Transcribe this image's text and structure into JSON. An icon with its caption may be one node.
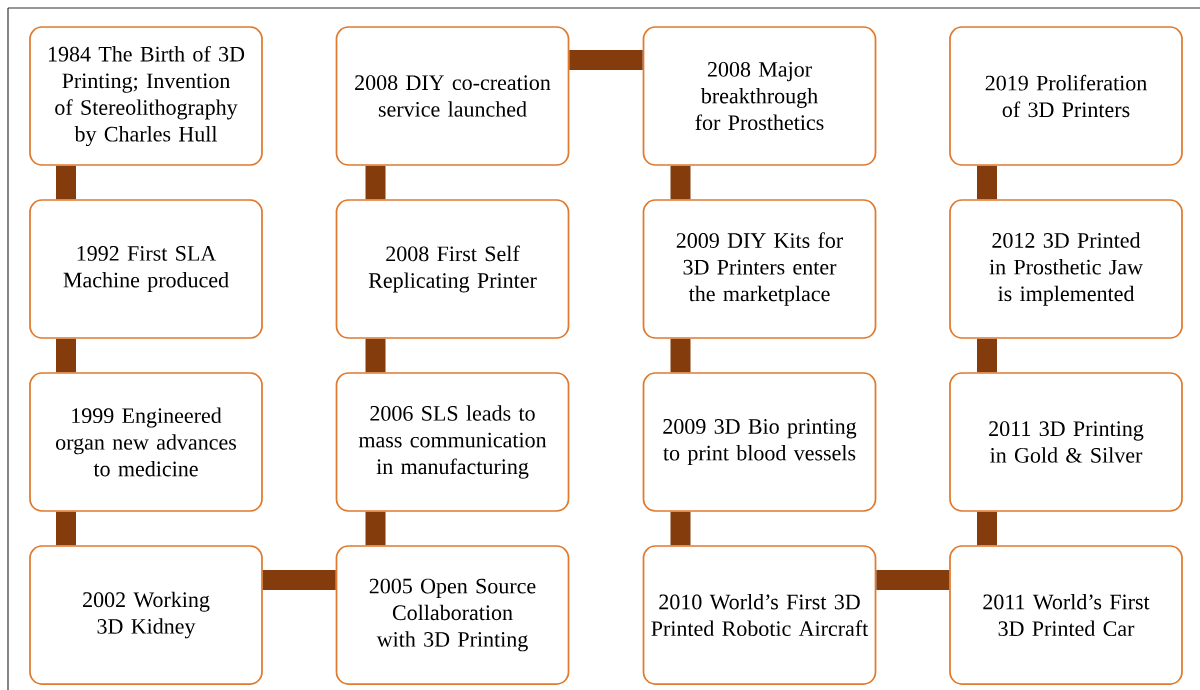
{
  "diagram": {
    "nodes": [
      {
        "text": [
          "1984 The Birth of 3D Printing; Invention of Stereolithography by Charles Hull"
        ]
      },
      {
        "text": [
          "1992 First SLA Machine produced"
        ]
      },
      {
        "text": [
          "1999 Engineered organ new advances to medicine"
        ]
      },
      {
        "text": [
          "2002 Working 3D Kidney"
        ]
      },
      {
        "text": [
          "2005 Open Source Collaboration with 3D Printing"
        ]
      },
      {
        "text": [
          "2006 SLS leads to mass communication in manufacturing"
        ]
      },
      {
        "text": [
          "2008 First Self Replicating Printer"
        ]
      },
      {
        "text": [
          "2008 DIY co-creation service launched"
        ]
      },
      {
        "text": [
          "2008 Major breakthrough for Prosthetics"
        ]
      },
      {
        "text": [
          "2009 DIY Kits for 3D Printers enter the marketplace"
        ]
      },
      {
        "text": [
          "2009 3D Bio printing to print blood vessels"
        ]
      },
      {
        "text": [
          "2010 World’s First 3D Printed Robotic Aircraft"
        ]
      },
      {
        "text": [
          "2011 World’s First 3D Printed Car"
        ]
      },
      {
        "text": [
          "2011 3D Printing in Gold & Silver"
        ]
      },
      {
        "text": [
          "2012 3D Printed in Prosthetic Jaw is implemented"
        ]
      },
      {
        "text": [
          "2019 Proliferation of 3D Printers"
        ]
      }
    ],
    "edges": [
      {
        "from": 0,
        "to": 1,
        "arrow": "none"
      },
      {
        "from": 1,
        "to": 2,
        "arrow": "none"
      },
      {
        "from": 2,
        "to": 3,
        "arrow": "none"
      },
      {
        "from": 3,
        "to": 4,
        "arrow": "none"
      },
      {
        "from": 4,
        "to": 5,
        "arrow": "none"
      },
      {
        "from": 5,
        "to": 6,
        "arrow": "none"
      },
      {
        "from": 6,
        "to": 7,
        "arrow": "none"
      },
      {
        "from": 7,
        "to": 8,
        "arrow": "none"
      },
      {
        "from": 8,
        "to": 9,
        "arrow": "none"
      },
      {
        "from": 9,
        "to": 10,
        "arrow": "none"
      },
      {
        "from": 10,
        "to": 11,
        "arrow": "none"
      },
      {
        "from": 11,
        "to": 12,
        "arrow": "none"
      },
      {
        "from": 12,
        "to": 13,
        "arrow": "none"
      },
      {
        "from": 13,
        "to": 14,
        "arrow": "none"
      },
      {
        "from": 14,
        "to": 15,
        "arrow": "none"
      }
    ]
  }
}
